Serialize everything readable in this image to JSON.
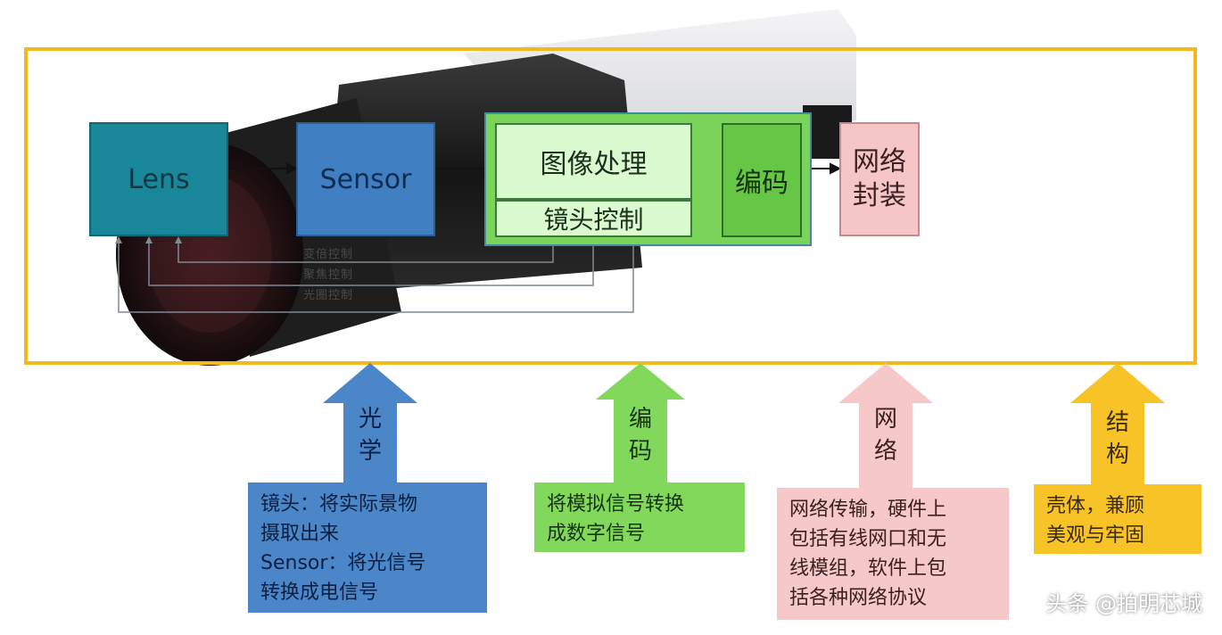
{
  "blocks": {
    "lens": "Lens",
    "sensor": "Sensor",
    "image_processing": "图像处理",
    "lens_control": "镜头控制",
    "encoding": "编码",
    "network_packaging": "网络封装"
  },
  "feedback_labels": [
    "变倍控制",
    "聚焦控制",
    "光圈控制"
  ],
  "categories": [
    {
      "label": "光学",
      "color": "#4a86c8",
      "description": [
        "镜头：将实际景物",
        "摄取出来",
        "Sensor：将光信号",
        "转换成电信号"
      ]
    },
    {
      "label": "编码",
      "color": "#82d85a",
      "description": [
        "将模拟信号转换",
        "成数字信号"
      ]
    },
    {
      "label": "网络",
      "color": "#f6c8c8",
      "description": [
        "网络传输，硬件上",
        "包括有线网口和无",
        "线模组，软件上包",
        "括各种网络协议"
      ]
    },
    {
      "label": "结构",
      "color": "#f8c327",
      "description": [
        "壳体，兼顾",
        "美观与牢固"
      ]
    }
  ],
  "watermark": "头条 @拍明芯城",
  "colors": {
    "frame": "#f2b91d",
    "optics": "#4a86c8",
    "encode": "#82d85a",
    "network": "#f6c8c8",
    "structure": "#f8c327"
  }
}
